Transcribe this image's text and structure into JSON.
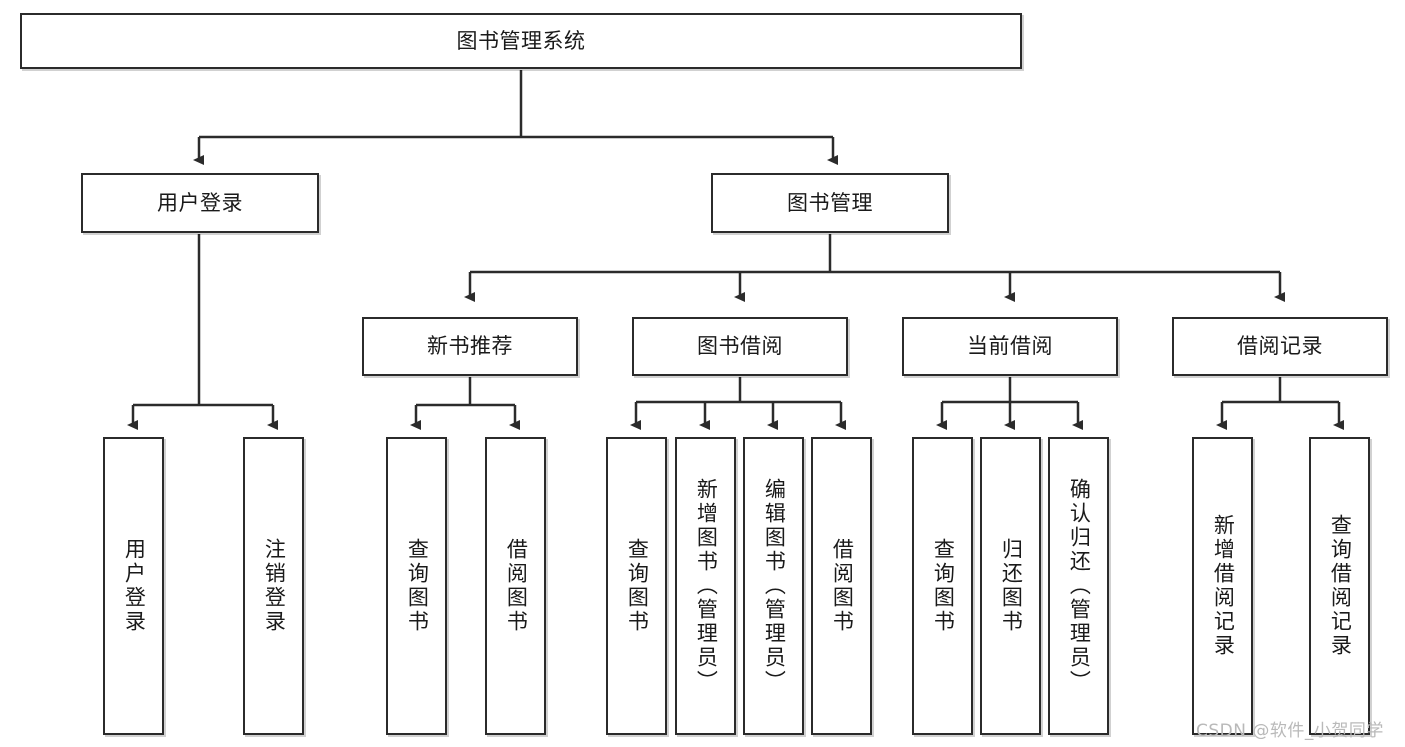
{
  "diagram": {
    "title": "图书管理系统",
    "type": "tree-hierarchy",
    "root": {
      "id": "root",
      "label": "图书管理系统"
    },
    "level2": [
      {
        "id": "user-login",
        "label": "用户登录"
      },
      {
        "id": "book-manage",
        "label": "图书管理"
      }
    ],
    "level3": [
      {
        "id": "new-book-rec",
        "label": "新书推荐",
        "parent": "book-manage"
      },
      {
        "id": "book-borrow",
        "label": "图书借阅",
        "parent": "book-manage"
      },
      {
        "id": "current-borrow",
        "label": "当前借阅",
        "parent": "book-manage"
      },
      {
        "id": "borrow-record",
        "label": "借阅记录",
        "parent": "book-manage"
      }
    ],
    "leaves": [
      {
        "id": "leaf-user-login",
        "label": "用户登录",
        "parent": "user-login"
      },
      {
        "id": "leaf-logout",
        "label": "注销登录",
        "parent": "user-login"
      },
      {
        "id": "leaf-query-book-1",
        "label": "查询图书",
        "parent": "new-book-rec"
      },
      {
        "id": "leaf-borrow-book-1",
        "label": "借阅图书",
        "parent": "new-book-rec"
      },
      {
        "id": "leaf-query-book-2",
        "label": "查询图书",
        "parent": "book-borrow"
      },
      {
        "id": "leaf-add-book",
        "label": "新增图书（管理员）",
        "parent": "book-borrow"
      },
      {
        "id": "leaf-edit-book",
        "label": "编辑图书（管理员）",
        "parent": "book-borrow"
      },
      {
        "id": "leaf-borrow-book-2",
        "label": "借阅图书",
        "parent": "book-borrow"
      },
      {
        "id": "leaf-query-book-3",
        "label": "查询图书",
        "parent": "current-borrow"
      },
      {
        "id": "leaf-return-book",
        "label": "归还图书",
        "parent": "current-borrow"
      },
      {
        "id": "leaf-confirm-return",
        "label": "确认归还（管理员）",
        "parent": "current-borrow"
      },
      {
        "id": "leaf-add-record",
        "label": "新增借阅记录",
        "parent": "borrow-record"
      },
      {
        "id": "leaf-query-record",
        "label": "查询借阅记录",
        "parent": "borrow-record"
      }
    ],
    "colors": {
      "border": "#2b2b2b",
      "background": "#ffffff",
      "text": "#1a1a1a",
      "watermark": "#b9b9b9"
    }
  },
  "watermark": {
    "text": "CSDN @软件_小贺同学"
  }
}
